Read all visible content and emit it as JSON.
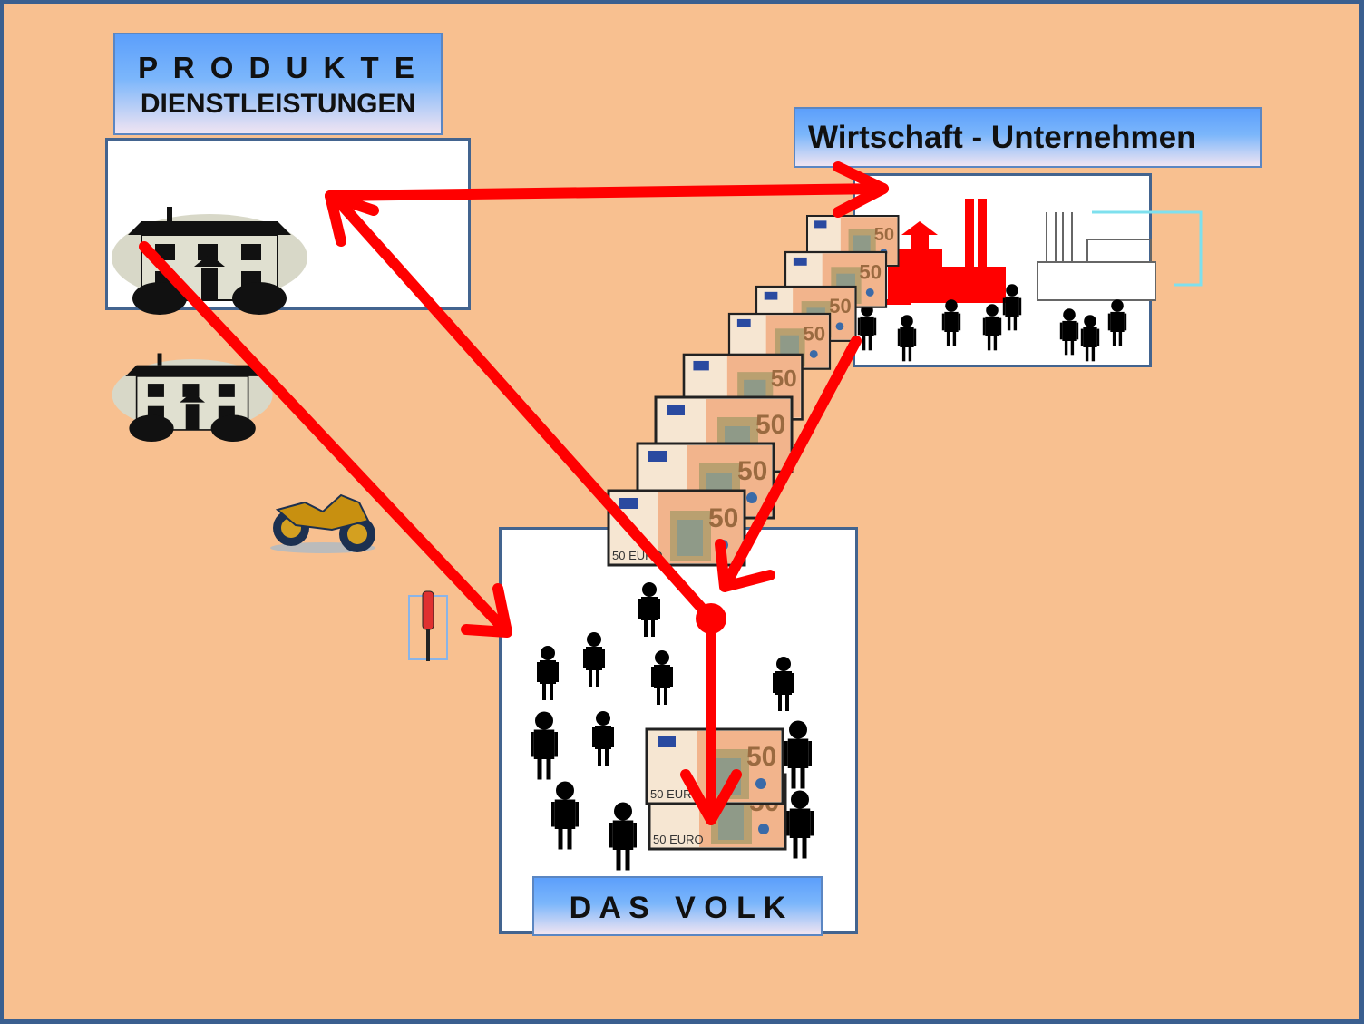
{
  "diagram": {
    "labels": {
      "products_line1": "P R O D U K T E",
      "products_line2": "DIENSTLEISTUNGEN",
      "economy": "Wirtschaft - Unternehmen",
      "people": "D A S   V O L K"
    },
    "banknote": {
      "value": "50",
      "currency": "EURO"
    },
    "colors": {
      "background": "#f8c090",
      "arrow": "#ff0000",
      "panel_border": "#43648f",
      "label_top": "#5c9ffb",
      "label_bottom": "#f0e4f2"
    },
    "flows": [
      {
        "from": "products",
        "to": "economy",
        "direction": "both"
      },
      {
        "from": "products",
        "to": "people"
      },
      {
        "from": "economy",
        "to": "people",
        "carries": "money"
      },
      {
        "from": "people",
        "to": "products"
      }
    ],
    "icons": [
      "house-icon",
      "house-icon",
      "motorcycle-icon",
      "screwdriver-icon",
      "factory-icon",
      "factory-icon",
      "person-icon",
      "banknote-icon"
    ]
  }
}
